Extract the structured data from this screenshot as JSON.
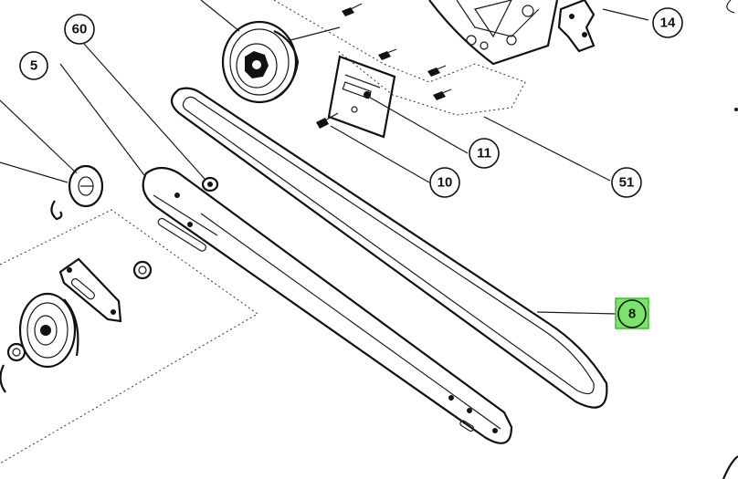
{
  "callouts": {
    "c60": "60",
    "c5": "5",
    "c14": "14",
    "c11": "11",
    "c10": "10",
    "c51": "51",
    "c8": "8"
  },
  "colors": {
    "highlight_fill": "#7be36a",
    "highlight_stroke": "#3fbf2e",
    "ink": "#111111"
  }
}
